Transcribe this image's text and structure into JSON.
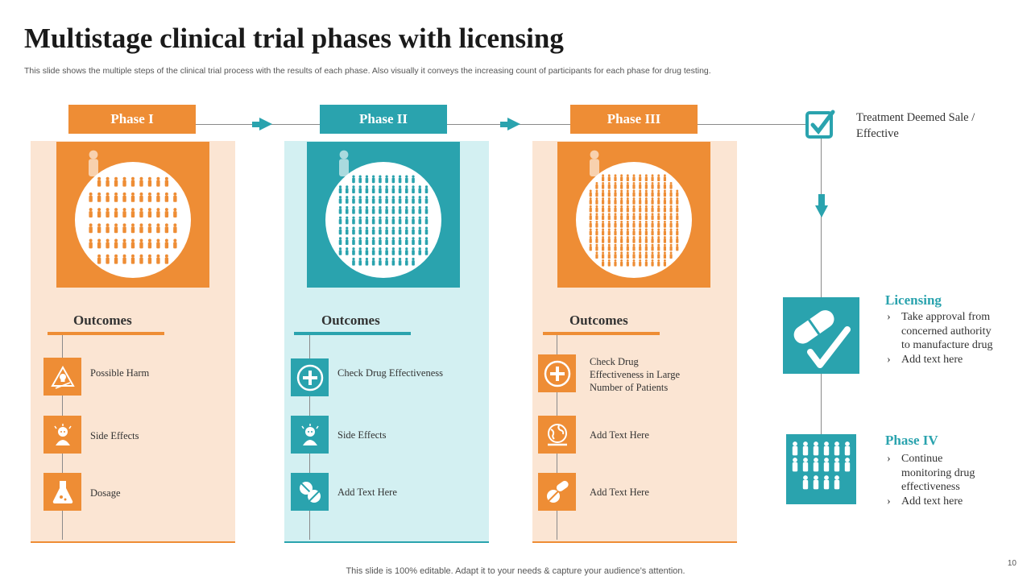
{
  "slide": {
    "title": "Multistage clinical trial phases with licensing",
    "subtitle": "This slide shows the multiple steps of the clinical trial process with the results of each phase. Also visually it conveys the increasing count of participants for each phase for drug testing.",
    "footer": "This slide is 100% editable. Adapt it to your needs & capture your audience’s attention.",
    "page_number": "10"
  },
  "colors": {
    "orange": "#ee8d35",
    "teal": "#2aa3ae",
    "orange_light": "#fbe5d3",
    "teal_light": "#d3f0f2"
  },
  "phases": [
    {
      "label": "Phase I",
      "outcomes_title": "Outcomes",
      "items": [
        {
          "icon": "skull-warning-icon",
          "text": "Possible Harm"
        },
        {
          "icon": "sick-person-icon",
          "text": "Side Effects"
        },
        {
          "icon": "flask-icon",
          "text": "Dosage"
        }
      ]
    },
    {
      "label": "Phase II",
      "outcomes_title": "Outcomes",
      "items": [
        {
          "icon": "plus-circle-icon",
          "text": "Check Drug Effectiveness"
        },
        {
          "icon": "sick-person-icon",
          "text": "Side Effects"
        },
        {
          "icon": "pills-icon",
          "text": "Add Text  Here"
        }
      ]
    },
    {
      "label": "Phase III",
      "outcomes_title": "Outcomes",
      "items": [
        {
          "icon": "plus-circle-icon",
          "text": "Check Drug Effectiveness in Large Number of Patients"
        },
        {
          "icon": "globe-hand-icon",
          "text": "Add Text  Here"
        },
        {
          "icon": "pills-icon",
          "text": "Add Text  Here"
        }
      ]
    }
  ],
  "treatment": {
    "icon": "checkbox-check-icon",
    "text": "Treatment  Deemed Sale / Effective"
  },
  "licensing": {
    "icon": "pill-check-icon",
    "title": "Licensing",
    "bullets": [
      "Take approval from concerned authority to manufacture drug",
      "Add text here"
    ]
  },
  "phase_iv": {
    "icon": "people-group-icon",
    "title": "Phase IV",
    "bullets": [
      "Continue monitoring  drug effectiveness",
      "Add text here"
    ]
  }
}
